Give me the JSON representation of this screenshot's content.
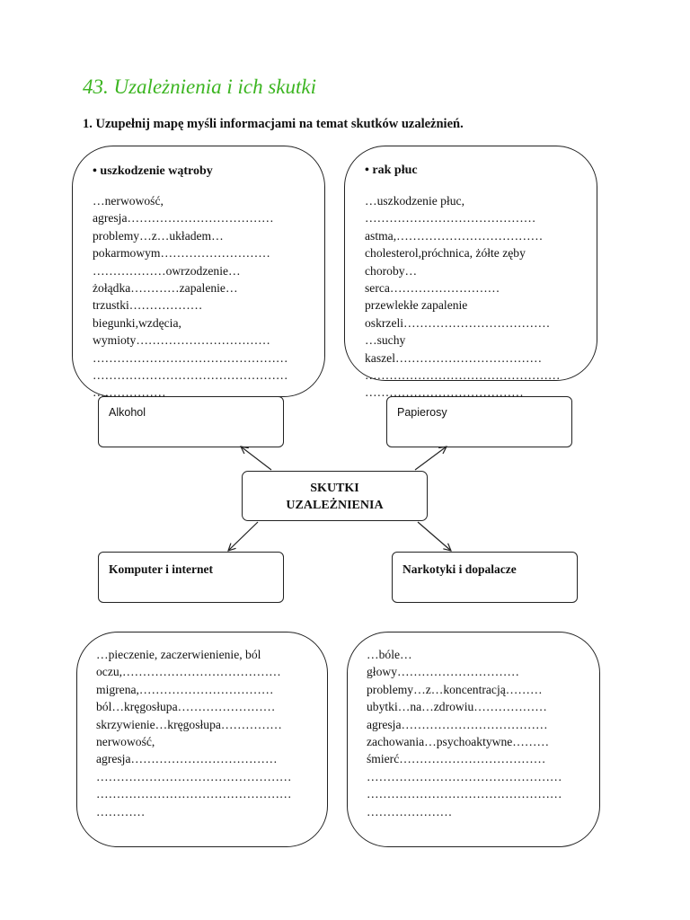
{
  "header": {
    "title": "43. Uzależnienia i ich skutki",
    "instruction": "1. Uzupełnij mapę myśli informacjami na temat skutków uzależnień."
  },
  "clouds": {
    "top_left": {
      "heading": "• uszkodzenie wątroby",
      "lines": [
        "…nerwowość,",
        "agresja………………………………",
        "problemy…z…układem…",
        "pokarmowym………………………",
        "………………owrzodzenie…",
        "żołądka…………zapalenie…",
        "trzustki………………",
        "biegunki,wzdęcia,",
        "wymioty……………………………",
        "…………………………………………",
        "…………………………………………",
        "………………"
      ]
    },
    "top_right": {
      "heading": "• rak płuc",
      "lines": [
        "…uszkodzenie płuc,",
        "……………………………………",
        "astma,………………………………",
        "cholesterol,próchnica, żółte zęby",
        "choroby…",
        "serca………………………",
        "przewlekłe zapalenie",
        "oskrzeli………………………………",
        "…suchy",
        "kaszel………………………………",
        "…………………………………………",
        "…………………………………"
      ]
    },
    "bottom_left": {
      "lines": [
        "…pieczenie, zaczerwienienie, ból",
        "oczu,…………………………………",
        "migrena,……………………………",
        "ból…kręgosłupa……………………",
        "skrzywienie…kręgosłupa……………",
        "nerwowość,",
        "agresja………………………………",
        "…………………………………………",
        "…………………………………………",
        "…………"
      ]
    },
    "bottom_right": {
      "lines": [
        "…bóle…",
        "głowy…………………………",
        "problemy…z…koncentracją………",
        "ubytki…na…zdrowiu………………",
        "agresja………………………………",
        "zachowania…psychoaktywne………",
        "śmierć………………………………",
        "…………………………………………",
        "…………………………………………",
        "…………………"
      ]
    }
  },
  "categories": {
    "alcohol": "Alkohol",
    "cigarettes": "Papierosy",
    "computer": "Komputer i internet",
    "drugs": "Narkotyki i dopalacze"
  },
  "center": {
    "line1": "SKUTKI",
    "line2": "UZALEŻNIENIA"
  }
}
